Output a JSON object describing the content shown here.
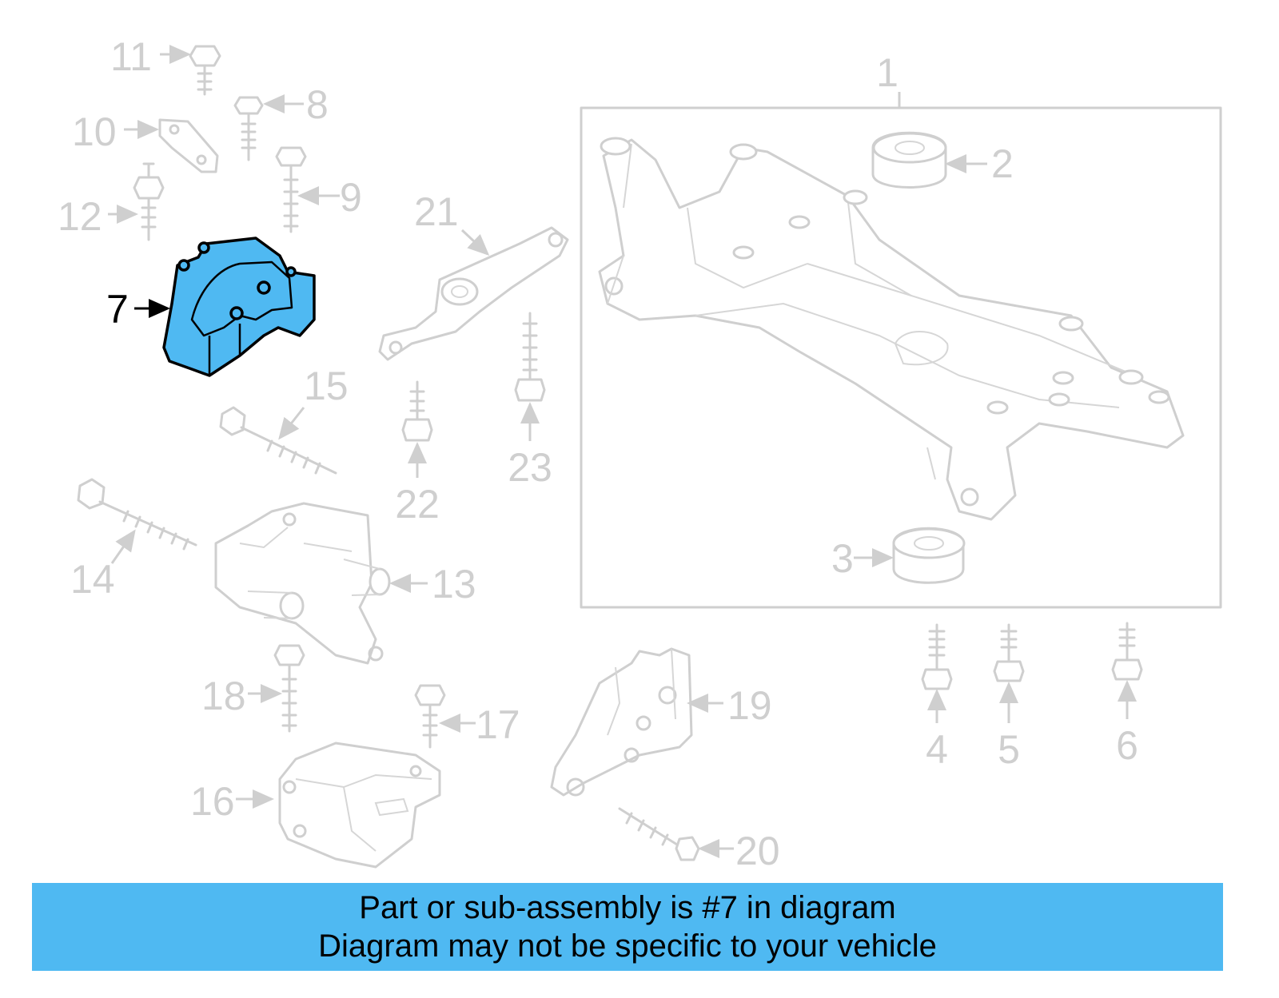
{
  "diagram": {
    "highlighted_part": "7",
    "callouts": [
      "1",
      "2",
      "3",
      "4",
      "5",
      "6",
      "7",
      "8",
      "9",
      "10",
      "11",
      "12",
      "13",
      "14",
      "15",
      "16",
      "17",
      "18",
      "19",
      "20",
      "21",
      "22",
      "23"
    ]
  },
  "banner": {
    "line1": "Part or sub-assembly is #7 in diagram",
    "line2": "Diagram may not be specific to your vehicle"
  },
  "colors": {
    "highlight": "#4fb9f2",
    "part_outline": "#cfcfcf",
    "banner_bg": "#4fb9f2"
  }
}
